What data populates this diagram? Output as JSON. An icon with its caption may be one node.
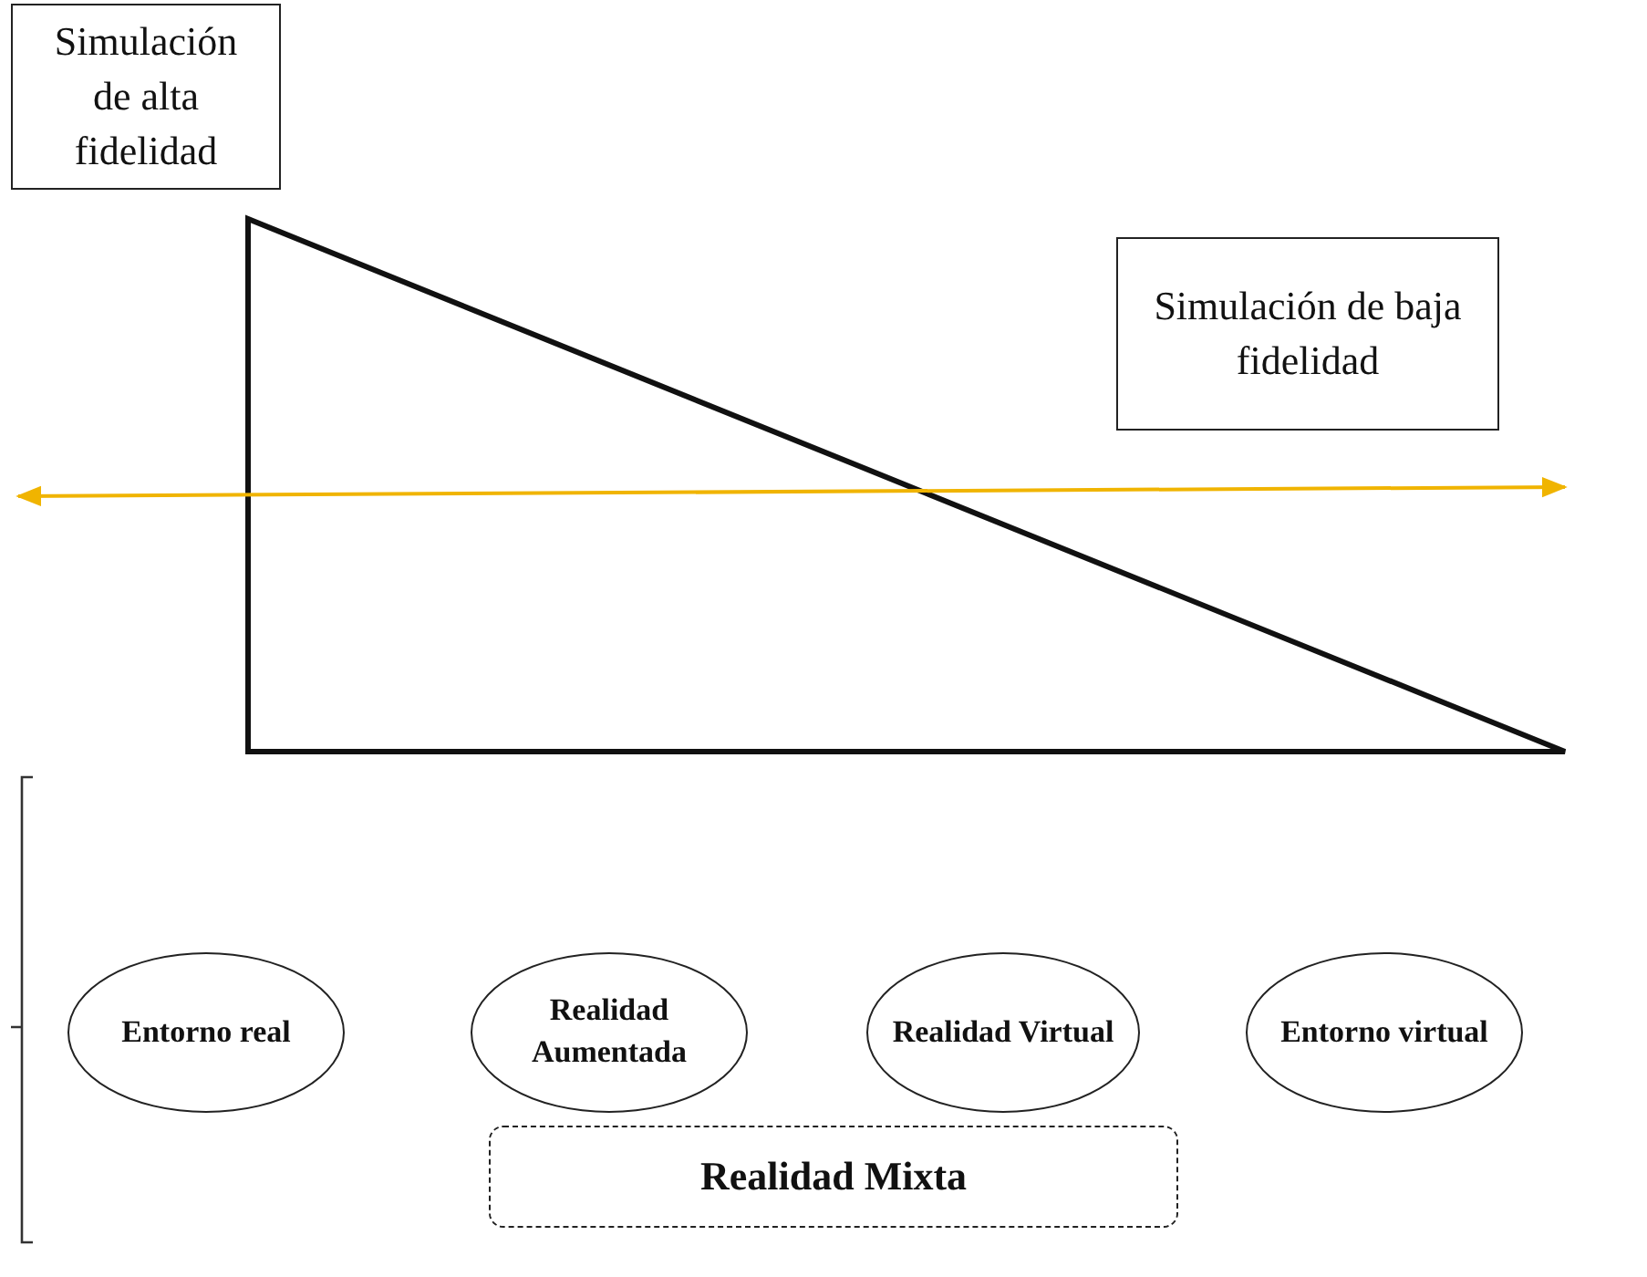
{
  "diagram": {
    "nodes": [
      {
        "text": [
          "Simulación de alta fidelidad"
        ]
      },
      {
        "text": [
          "Simulación de baja fidelidad"
        ]
      },
      {
        "text": [
          "Entorno real"
        ]
      },
      {
        "text": [
          "Realidad Aumentada"
        ]
      },
      {
        "text": [
          "Realidad Virtual"
        ]
      },
      {
        "text": [
          "Entorno virtual"
        ]
      },
      {
        "text": [
          "Realidad Mixta"
        ]
      }
    ]
  }
}
